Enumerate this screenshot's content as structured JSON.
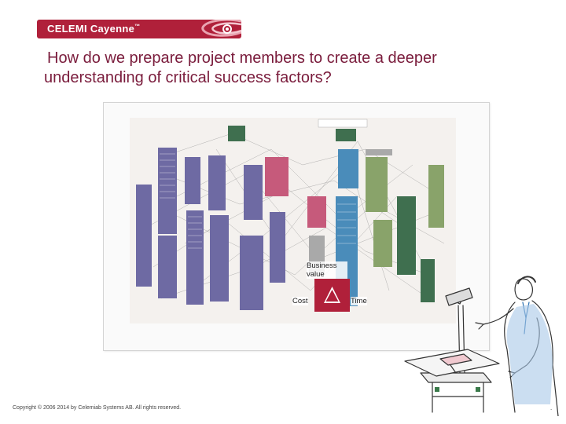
{
  "brand": {
    "name": "CELEMI Cayenne",
    "trademark": "™"
  },
  "slide": {
    "title_line1": "How do we prepare project members to create a deeper",
    "title_line2": "understanding of critical success factors?"
  },
  "diagram": {
    "business_value_line1": "Business",
    "business_value_line2": "value",
    "cost_label": "Cost",
    "time_label": "Time"
  },
  "footer": {
    "copyright": "Copyright © 2006 2014 by Celemiab Systems AB. All rights reserved.",
    "page_mark": "."
  },
  "colors": {
    "brand": "#b0203a",
    "title": "#7a1c3c"
  }
}
